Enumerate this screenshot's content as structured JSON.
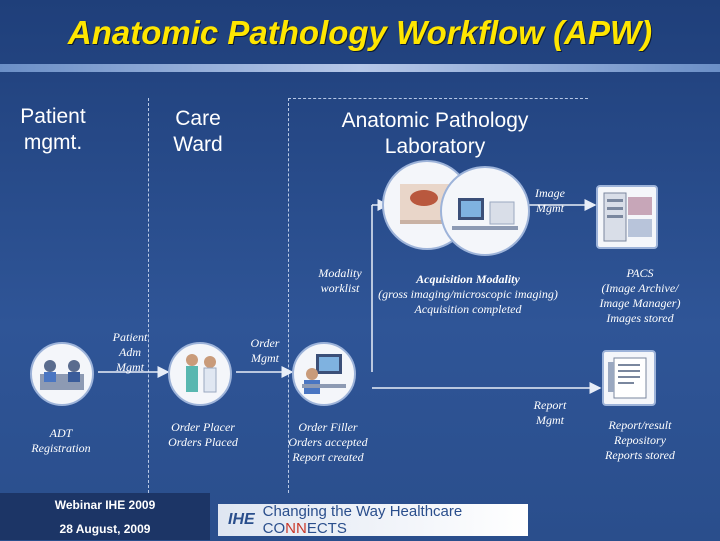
{
  "title": "Anatomic Pathology Workflow (APW)",
  "zones": {
    "patient": "Patient\nmgmt.",
    "care": "Care\nWard",
    "lab": "Anatomic Pathology\nLaboratory"
  },
  "flows": {
    "image_mgmt": "Image\nMgmt",
    "modality_worklist": "Modality\nworklist",
    "patient_adm_mgmt": "Patient\nAdm\nMgmt",
    "order_mgmt": "Order\nMgmt",
    "report_mgmt": "Report\nMgmt"
  },
  "actors": {
    "adt": "ADT\nRegistration",
    "order_placer": "Order Placer\nOrders Placed",
    "order_filler": "Order Filler\nOrders accepted\nReport created",
    "acquisition": {
      "name": "Acquisition Modality",
      "detail": "(gross imaging/microscopic imaging)\nAcquisition completed"
    },
    "pacs": "PACS\n(Image Archive/\nImage Manager)\nImages stored",
    "report_repo": "Report/result\nRepository\nReports stored"
  },
  "footer": {
    "webinar": "Webinar IHE 2009",
    "date": "28 August, 2009",
    "logo": "IHE",
    "tagline_a": "Changing the Way Healthcare CO",
    "tagline_b": "NN",
    "tagline_c": "ECTS"
  },
  "colors": {
    "title": "#ffe600",
    "background": "#2a4e8c",
    "text": "#ffffff"
  }
}
